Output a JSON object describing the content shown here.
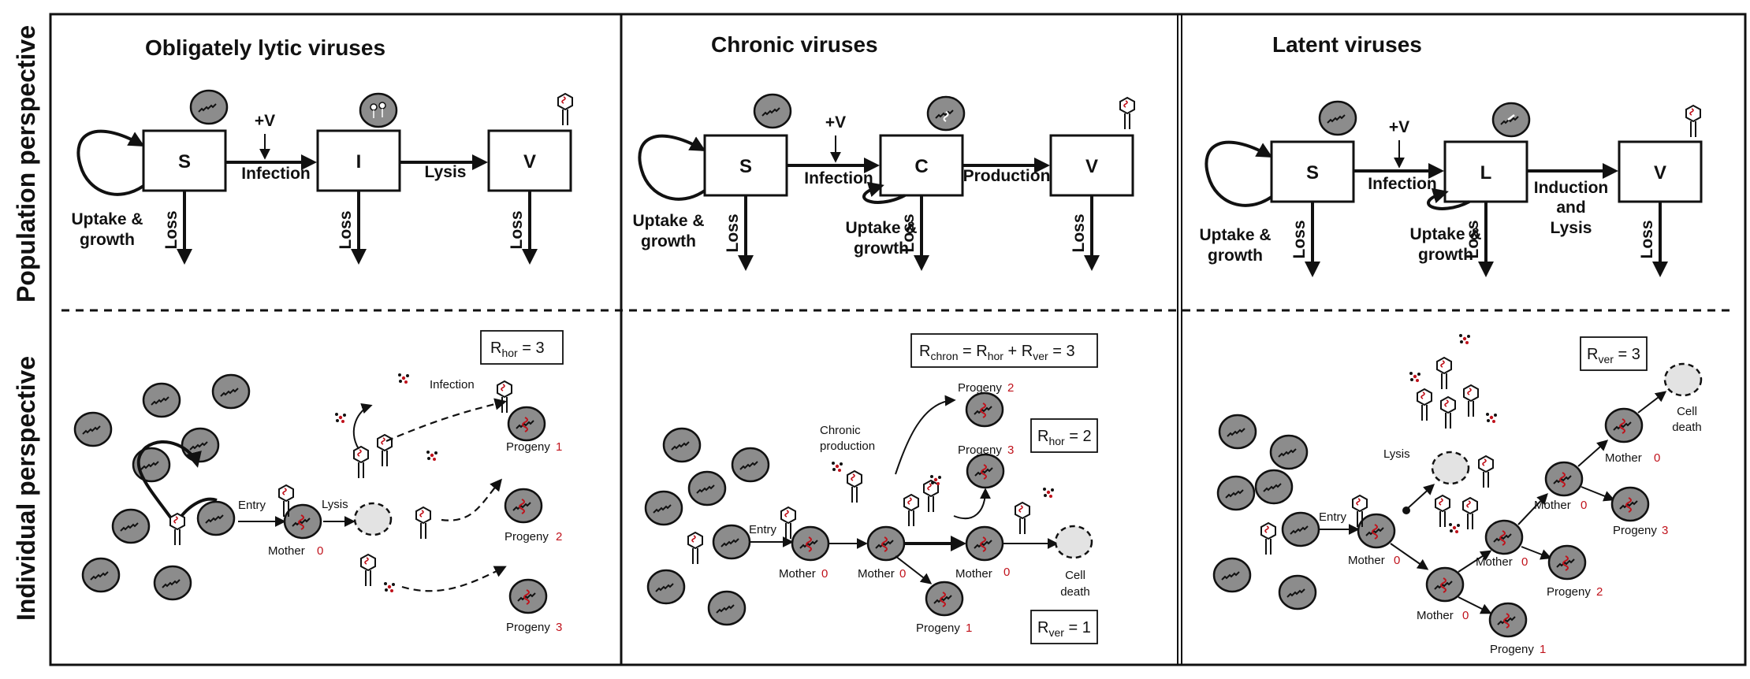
{
  "side_labels": {
    "population": "Population perspective",
    "individual": "Individual perspective"
  },
  "panels": [
    {
      "title": "Obligately lytic viruses",
      "boxes": [
        "S",
        "I",
        "V"
      ],
      "plus_v": "+V",
      "arrow_1": "Infection",
      "arrow_2": "Lysis",
      "uptake": [
        "Uptake &",
        "growth"
      ],
      "loss": "Loss",
      "ratio": {
        "base": "R",
        "sub": "hor",
        "rest": " = 3"
      },
      "labels": {
        "entry": "Entry",
        "lysis": "Lysis",
        "infection": "Infection",
        "mother": "Mother",
        "progeny": "Progeny"
      },
      "numbers": [
        "0",
        "1",
        "2",
        "3"
      ]
    },
    {
      "title": "Chronic viruses",
      "boxes": [
        "S",
        "C",
        "V"
      ],
      "plus_v": "+V",
      "arrow_1": "Infection",
      "arrow_2": "Production",
      "uptake": [
        "Uptake &",
        "growth"
      ],
      "loss": "Loss",
      "ratio_main": {
        "r1": "R",
        "s1": "chron",
        "e1": " = R",
        "s2": "hor",
        "e2": " + R",
        "s3": "ver",
        "e3": " = 3"
      },
      "ratio_hor": {
        "base": "R",
        "sub": "hor",
        "rest": " = 2"
      },
      "ratio_ver": {
        "base": "R",
        "sub": "ver",
        "rest": " = 1"
      },
      "labels": {
        "entry": "Entry",
        "chronic_1": "Chronic",
        "chronic_2": "production",
        "mother": "Mother",
        "progeny": "Progeny",
        "cell": "Cell",
        "death": "death"
      },
      "numbers": [
        "0",
        "0",
        "0",
        "1",
        "2",
        "3"
      ]
    },
    {
      "title": "Latent viruses",
      "boxes": [
        "S",
        "L",
        "V"
      ],
      "plus_v": "+V",
      "arrow_1": "Infection",
      "arrow_2": [
        "Induction",
        "and",
        "Lysis"
      ],
      "uptake": [
        "Uptake &",
        "growth"
      ],
      "loss": "Loss",
      "ratio": {
        "base": "R",
        "sub": "ver",
        "rest": " = 3"
      },
      "labels": {
        "entry": "Entry",
        "lysis": "Lysis",
        "mother": "Mother",
        "progeny": "Progeny",
        "cell": "Cell",
        "death": "death"
      },
      "numbers": [
        "0",
        "0",
        "0",
        "0",
        "0",
        "1",
        "2",
        "3"
      ]
    }
  ],
  "colors": {
    "cell_fill": "#8c8c8c",
    "dead_fill": "#e3e3e3",
    "ink": "#111111",
    "accent_red": "#c0121b"
  },
  "icons": [
    "host-cell-icon",
    "virus-phage-icon",
    "dead-cell-icon",
    "virion-particle-icon"
  ]
}
